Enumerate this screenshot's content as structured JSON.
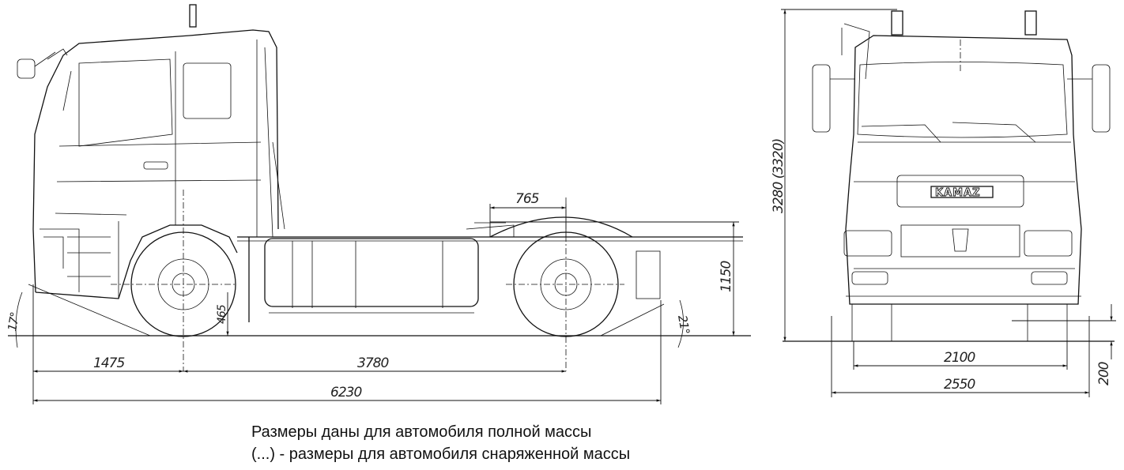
{
  "side_view": {
    "dimensions": {
      "fifth_wheel_offset": "765",
      "fifth_wheel_height": "1150",
      "front_overhang": "1475",
      "wheelbase": "3780",
      "overall_length": "6230",
      "ground_clearance_side": "465",
      "approach_angle": "17°",
      "departure_angle": "21°"
    }
  },
  "front_view": {
    "logo_text": "KAMAZ",
    "dimensions": {
      "height": "3280 (3320)",
      "track": "2100",
      "width": "2550",
      "ground_clearance": "200"
    }
  },
  "caption": {
    "line1": "Размеры даны для автомобиля полной массы",
    "line2": "(...) - размеры для автомобиля снаряженной массы"
  }
}
